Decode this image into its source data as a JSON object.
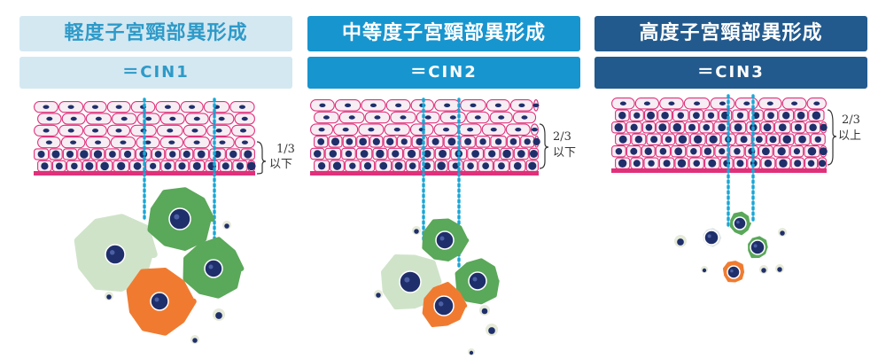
{
  "panels": [
    {
      "title": "軽度子宮頸部異形成",
      "code": "＝CIN1",
      "ratio": "1/3",
      "ratio_word": "以下",
      "color_title_bg": "#d4e8f2",
      "color_title_fg": "#2e9ac8"
    },
    {
      "title": "中等度子宮頸部異形成",
      "code": "＝CIN2",
      "ratio": "2/3",
      "ratio_word": "以下",
      "color_title_bg": "#1795cf",
      "color_title_fg": "#ffffff"
    },
    {
      "title": "高度子宮頸部異形成",
      "code": "＝CIN3",
      "ratio": "2/3",
      "ratio_word": "以上",
      "color_title_bg": "#225a8d",
      "color_title_fg": "#ffffff"
    }
  ],
  "colors": {
    "membrane": "#e0307a",
    "nucleus": "#1f2f6b",
    "connector": "#1aa6d6",
    "cell_green": "#5aa85a",
    "cell_pale": "#cfe3c9",
    "cell_orange": "#f07b30"
  }
}
